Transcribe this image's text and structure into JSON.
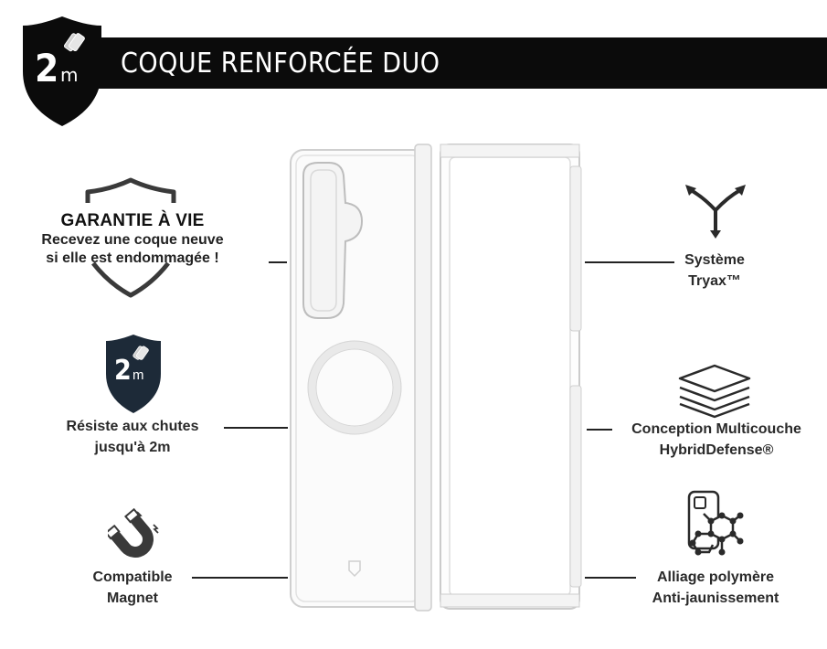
{
  "header": {
    "badge_big": "2",
    "badge_small": "m",
    "title": "COQUE RENFORCÉE DUO"
  },
  "guarantee": {
    "title": "GARANTIE À VIE",
    "line1": "Recevez une coque neuve",
    "line2": "si elle est endommagée !"
  },
  "left_features": [
    {
      "line1": "Résiste aux chutes",
      "line2": "jusqu'à 2m",
      "badge_big": "2",
      "badge_small": "m",
      "icon": "drop-shield-icon"
    },
    {
      "line1": "Compatible",
      "line2": "Magnet",
      "icon": "magnet-icon"
    }
  ],
  "right_features": [
    {
      "line1": "Système",
      "line2": "Tryax™",
      "icon": "tryax-arrows-icon"
    },
    {
      "line1": "Conception Multicouche",
      "line2": "HybridDefense®",
      "icon": "layers-icon"
    },
    {
      "line1": "Alliage polymère",
      "line2": "Anti-jaunissement",
      "icon": "polymer-molecule-icon"
    }
  ],
  "colors": {
    "bar": "#0b0b0b",
    "text": "#2a2a2a",
    "case_outline": "#c9c9c9"
  }
}
